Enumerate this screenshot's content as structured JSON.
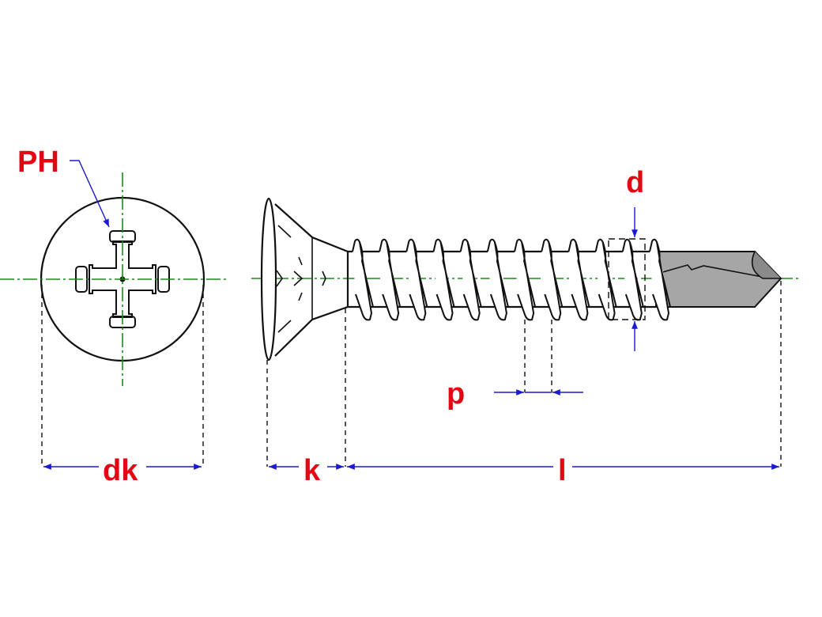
{
  "labels": {
    "phillips_drive": "PH",
    "thread_diameter": "d",
    "pitch": "p",
    "head_diameter": "dk",
    "head_height": "k",
    "length": "l"
  },
  "colors": {
    "label": "#e30613",
    "dimension": "#1a1ad0",
    "centerline": "#1a8a1a",
    "outline": "#111111",
    "drill_tip": "#9a9a9a"
  },
  "thread_count": 12
}
